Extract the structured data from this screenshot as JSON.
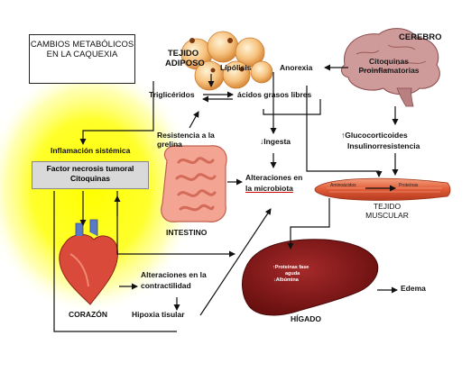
{
  "title": "CAMBIOS METABÓLICOS EN LA CAQUEXIA",
  "organs": {
    "adipose": "TEJIDO ADIPOSO",
    "brain": "CEREBRO",
    "intestine": "INTESTINO",
    "muscle": "TEJIDO MUSCULAR",
    "heart": "CORAZÓN",
    "liver": "HÍGADO"
  },
  "nodes": {
    "lipolysis": "Lipólisis",
    "triglycerides": "Triglicéridos",
    "fatty_acids": "ácidos grasos libres",
    "anorexia": "Anorexia",
    "brain_cytokines": "Citoquinas Proinflamatorias",
    "ghrelin_resistance": "Resistencia a la grelina",
    "intake": "↓Ingesta",
    "glucocorticoids": "↑Glucocorticoides",
    "insulin_resistance": "Insulinorresistencia",
    "systemic_inflammation": "Inflamación sistémica",
    "tnf": "Factor necrosis tumoral",
    "cytokines": "Citoquinas",
    "microbiota_line1": "Alteraciones en",
    "microbiota_line2": "la microbiota",
    "contractility_line1": "Alteraciones en la",
    "contractility_line2": "contractilidad",
    "tissue_hypoxia": "Hipoxia tisular",
    "edema": "Edema",
    "amino_acids": "Aminoácidos",
    "proteins": "Proteínas",
    "acute_phase_line1": "↑Proteínas fase",
    "acute_phase_line2": "aguda",
    "albumin": "↓Albúmina"
  },
  "colors": {
    "glow": "#ffff00",
    "liver": "#8b1a1a",
    "muscle": "#e0603a",
    "intestine": "#f08c7a",
    "heart": "#d94a3a",
    "fat": "#f5c27a",
    "brain": "#c98a8a"
  }
}
